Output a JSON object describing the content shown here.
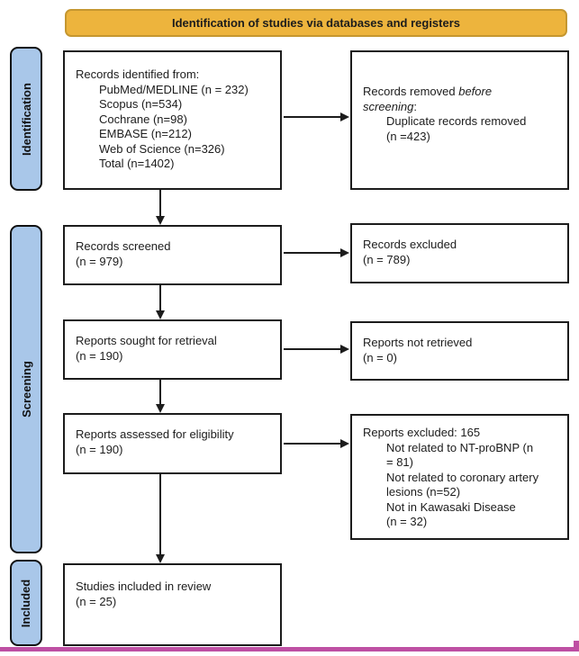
{
  "header": {
    "title": "Identification of studies via databases and registers"
  },
  "stages": {
    "identification": "Identification",
    "screening": "Screening",
    "included": "Included"
  },
  "flow": {
    "identified": {
      "title": "Records identified from:",
      "items": [
        "PubMed/MEDLINE (n = 232)",
        "Scopus (n=534)",
        "Cochrane (n=98)",
        "EMBASE (n=212)",
        "Web of Science (n=326)",
        "Total (n=1402)"
      ]
    },
    "removed": {
      "l1a": "Records removed ",
      "l1b": "before",
      "l2a": "screening",
      "l2b": ":",
      "items": [
        "Duplicate records removed",
        "(n =423)"
      ]
    },
    "screened": {
      "line1": "Records screened",
      "line2": "(n = 979)"
    },
    "excluded": {
      "line1": "Records excluded",
      "line2": "(n = 789)"
    },
    "sought": {
      "line1": "Reports sought for retrieval",
      "line2": "(n = 190)"
    },
    "not_retrieved": {
      "line1": "Reports not retrieved",
      "line2": "(n = 0)"
    },
    "assessed": {
      "line1": "Reports assessed for eligibility",
      "line2": "(n = 190)"
    },
    "excluded_reports": {
      "title": "Reports excluded: 165",
      "items": [
        "Not related to NT-proBNP (n",
        "= 81)",
        "Not related to coronary artery",
        "lesions (n=52)",
        "Not in Kawasaki Disease",
        "(n = 32)"
      ]
    },
    "included_studies": {
      "line1": "Studies included in review",
      "line2": "(n = 25)"
    }
  },
  "colors": {
    "header_bg": "#EDB43D",
    "header_border": "#C59730",
    "stage_bg": "#A9C7E9",
    "accent": "#BE4FA3"
  }
}
